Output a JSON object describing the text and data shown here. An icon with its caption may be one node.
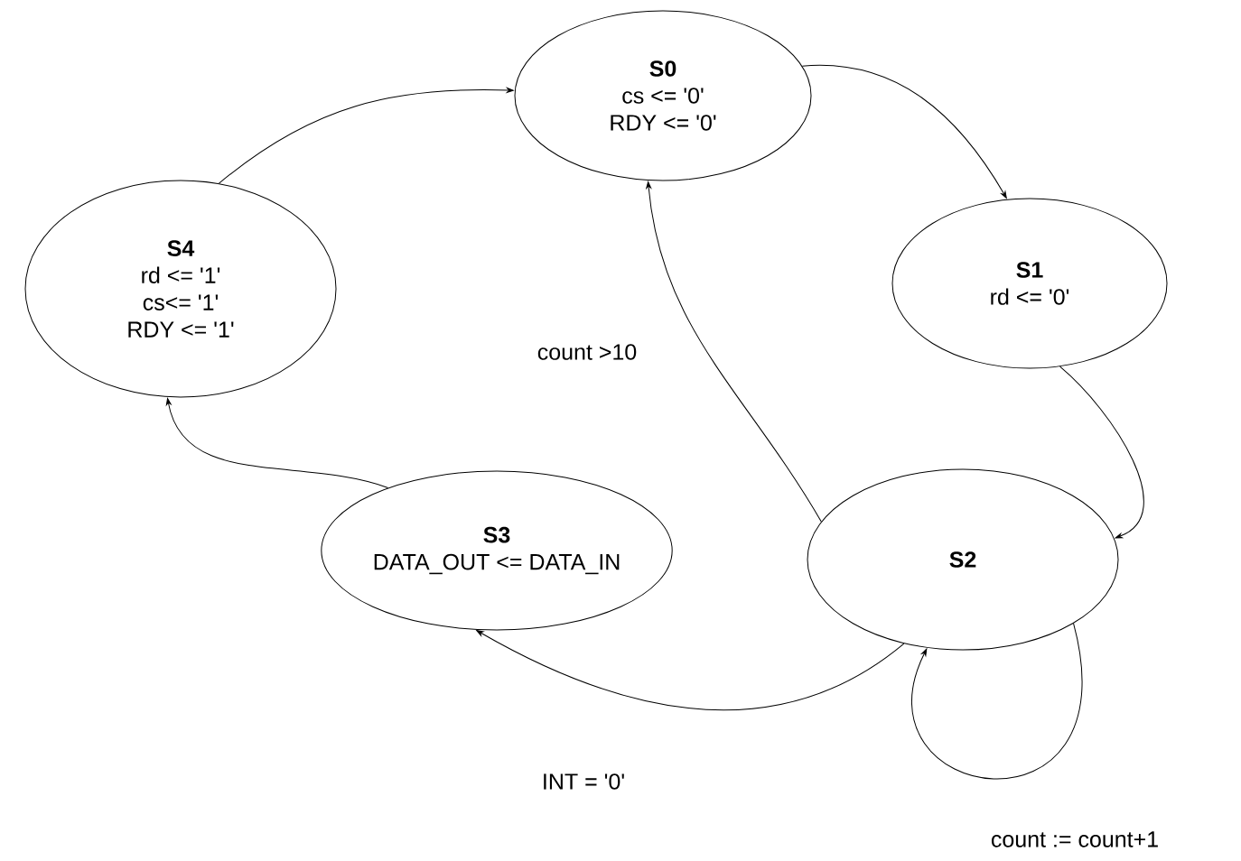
{
  "diagram": {
    "nodes": [
      {
        "text": [
          "S0",
          "cs <= '0'",
          "RDY <= '0'"
        ]
      },
      {
        "text": [
          "S1",
          "rd <= '0'"
        ]
      },
      {
        "text": [
          "S2"
        ]
      },
      {
        "text": [
          "S3",
          "DATA_OUT <= DATA_IN"
        ]
      },
      {
        "text": [
          "S4",
          "rd <= '1'",
          "cs<= '1'",
          "RDY <= '1'"
        ]
      }
    ],
    "edges": [
      {
        "from": 0,
        "to": 1,
        "arrow": "to"
      },
      {
        "from": 1,
        "to": 2,
        "arrow": "to"
      },
      {
        "from": 2,
        "to": 0,
        "arrow": "to",
        "label": "count >10"
      },
      {
        "from": 2,
        "to": 3,
        "arrow": "to",
        "label": "INT = '0'"
      },
      {
        "from": 2,
        "to": 2,
        "arrow": "to",
        "label": "count := count+1"
      },
      {
        "from": 3,
        "to": 4,
        "arrow": "to"
      },
      {
        "from": 4,
        "to": 0,
        "arrow": "to"
      }
    ]
  }
}
